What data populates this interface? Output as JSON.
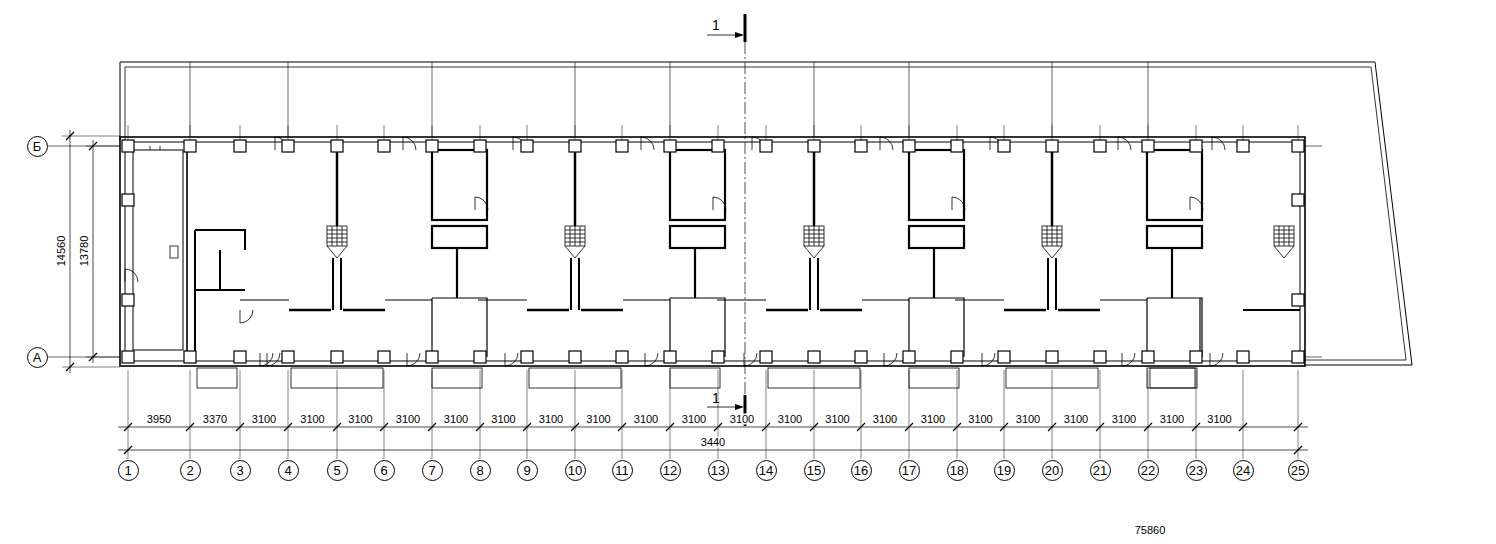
{
  "diagram": {
    "nodes": [
      {
        "text": [
          "Б"
        ]
      },
      {
        "text": [
          "А"
        ]
      },
      {
        "text": [
          "1"
        ]
      },
      {
        "text": [
          "2"
        ]
      },
      {
        "text": [
          "3"
        ]
      },
      {
        "text": [
          "4"
        ]
      },
      {
        "text": [
          "5"
        ]
      },
      {
        "text": [
          "6"
        ]
      },
      {
        "text": [
          "7"
        ]
      },
      {
        "text": [
          "8"
        ]
      },
      {
        "text": [
          "9"
        ]
      },
      {
        "text": [
          "10"
        ]
      },
      {
        "text": [
          "11"
        ]
      },
      {
        "text": [
          "12"
        ]
      },
      {
        "text": [
          "13"
        ]
      },
      {
        "text": [
          "14"
        ]
      },
      {
        "text": [
          "15"
        ]
      },
      {
        "text": [
          "16"
        ]
      },
      {
        "text": [
          "17"
        ]
      },
      {
        "text": [
          "18"
        ]
      },
      {
        "text": [
          "19"
        ]
      },
      {
        "text": [
          "20"
        ]
      },
      {
        "text": [
          "21"
        ]
      },
      {
        "text": [
          "22"
        ]
      },
      {
        "text": [
          "23"
        ]
      },
      {
        "text": [
          "24"
        ]
      },
      {
        "text": [
          "25"
        ]
      }
    ],
    "labels": [
      "1",
      "1",
      "14560",
      "13780",
      "3950",
      "3370",
      "3100",
      "3100",
      "3100",
      "3100",
      "3100",
      "3100",
      "3100",
      "3100",
      "3100",
      "3100",
      "3100",
      "3100",
      "3100",
      "3100",
      "3100",
      "3100",
      "3100",
      "3100",
      "3100",
      "3100",
      "3100",
      "3440",
      "75860"
    ]
  }
}
